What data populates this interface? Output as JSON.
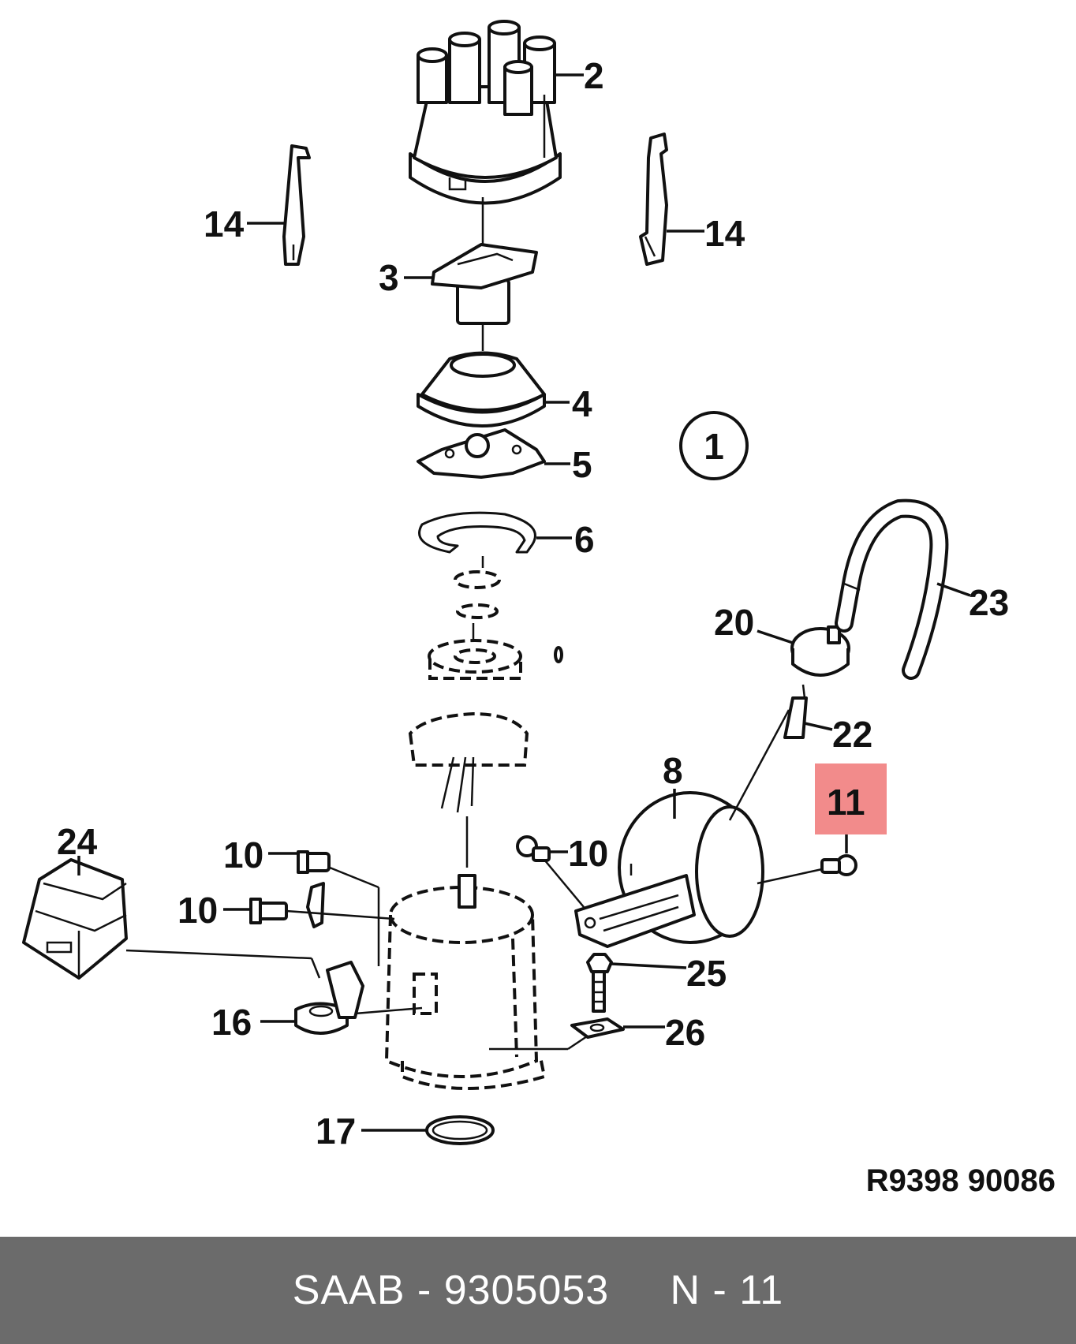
{
  "diagram": {
    "callouts": [
      "2",
      "14",
      "14",
      "3",
      "4",
      "5",
      "6",
      "20",
      "23",
      "22",
      "8",
      "11",
      "10",
      "10",
      "10",
      "24",
      "25",
      "26",
      "16",
      "17"
    ],
    "circled_marker": "1",
    "highlighted_callout": "11",
    "highlight_color": "#f28b8b",
    "reference_code": "R9398  90086"
  },
  "footer": {
    "brand": "SAAB",
    "separator": " - ",
    "part_number": "9305053",
    "gap": "     ",
    "position_prefix": "N - ",
    "position_number": "11",
    "background_color": "#6b6b6b"
  }
}
